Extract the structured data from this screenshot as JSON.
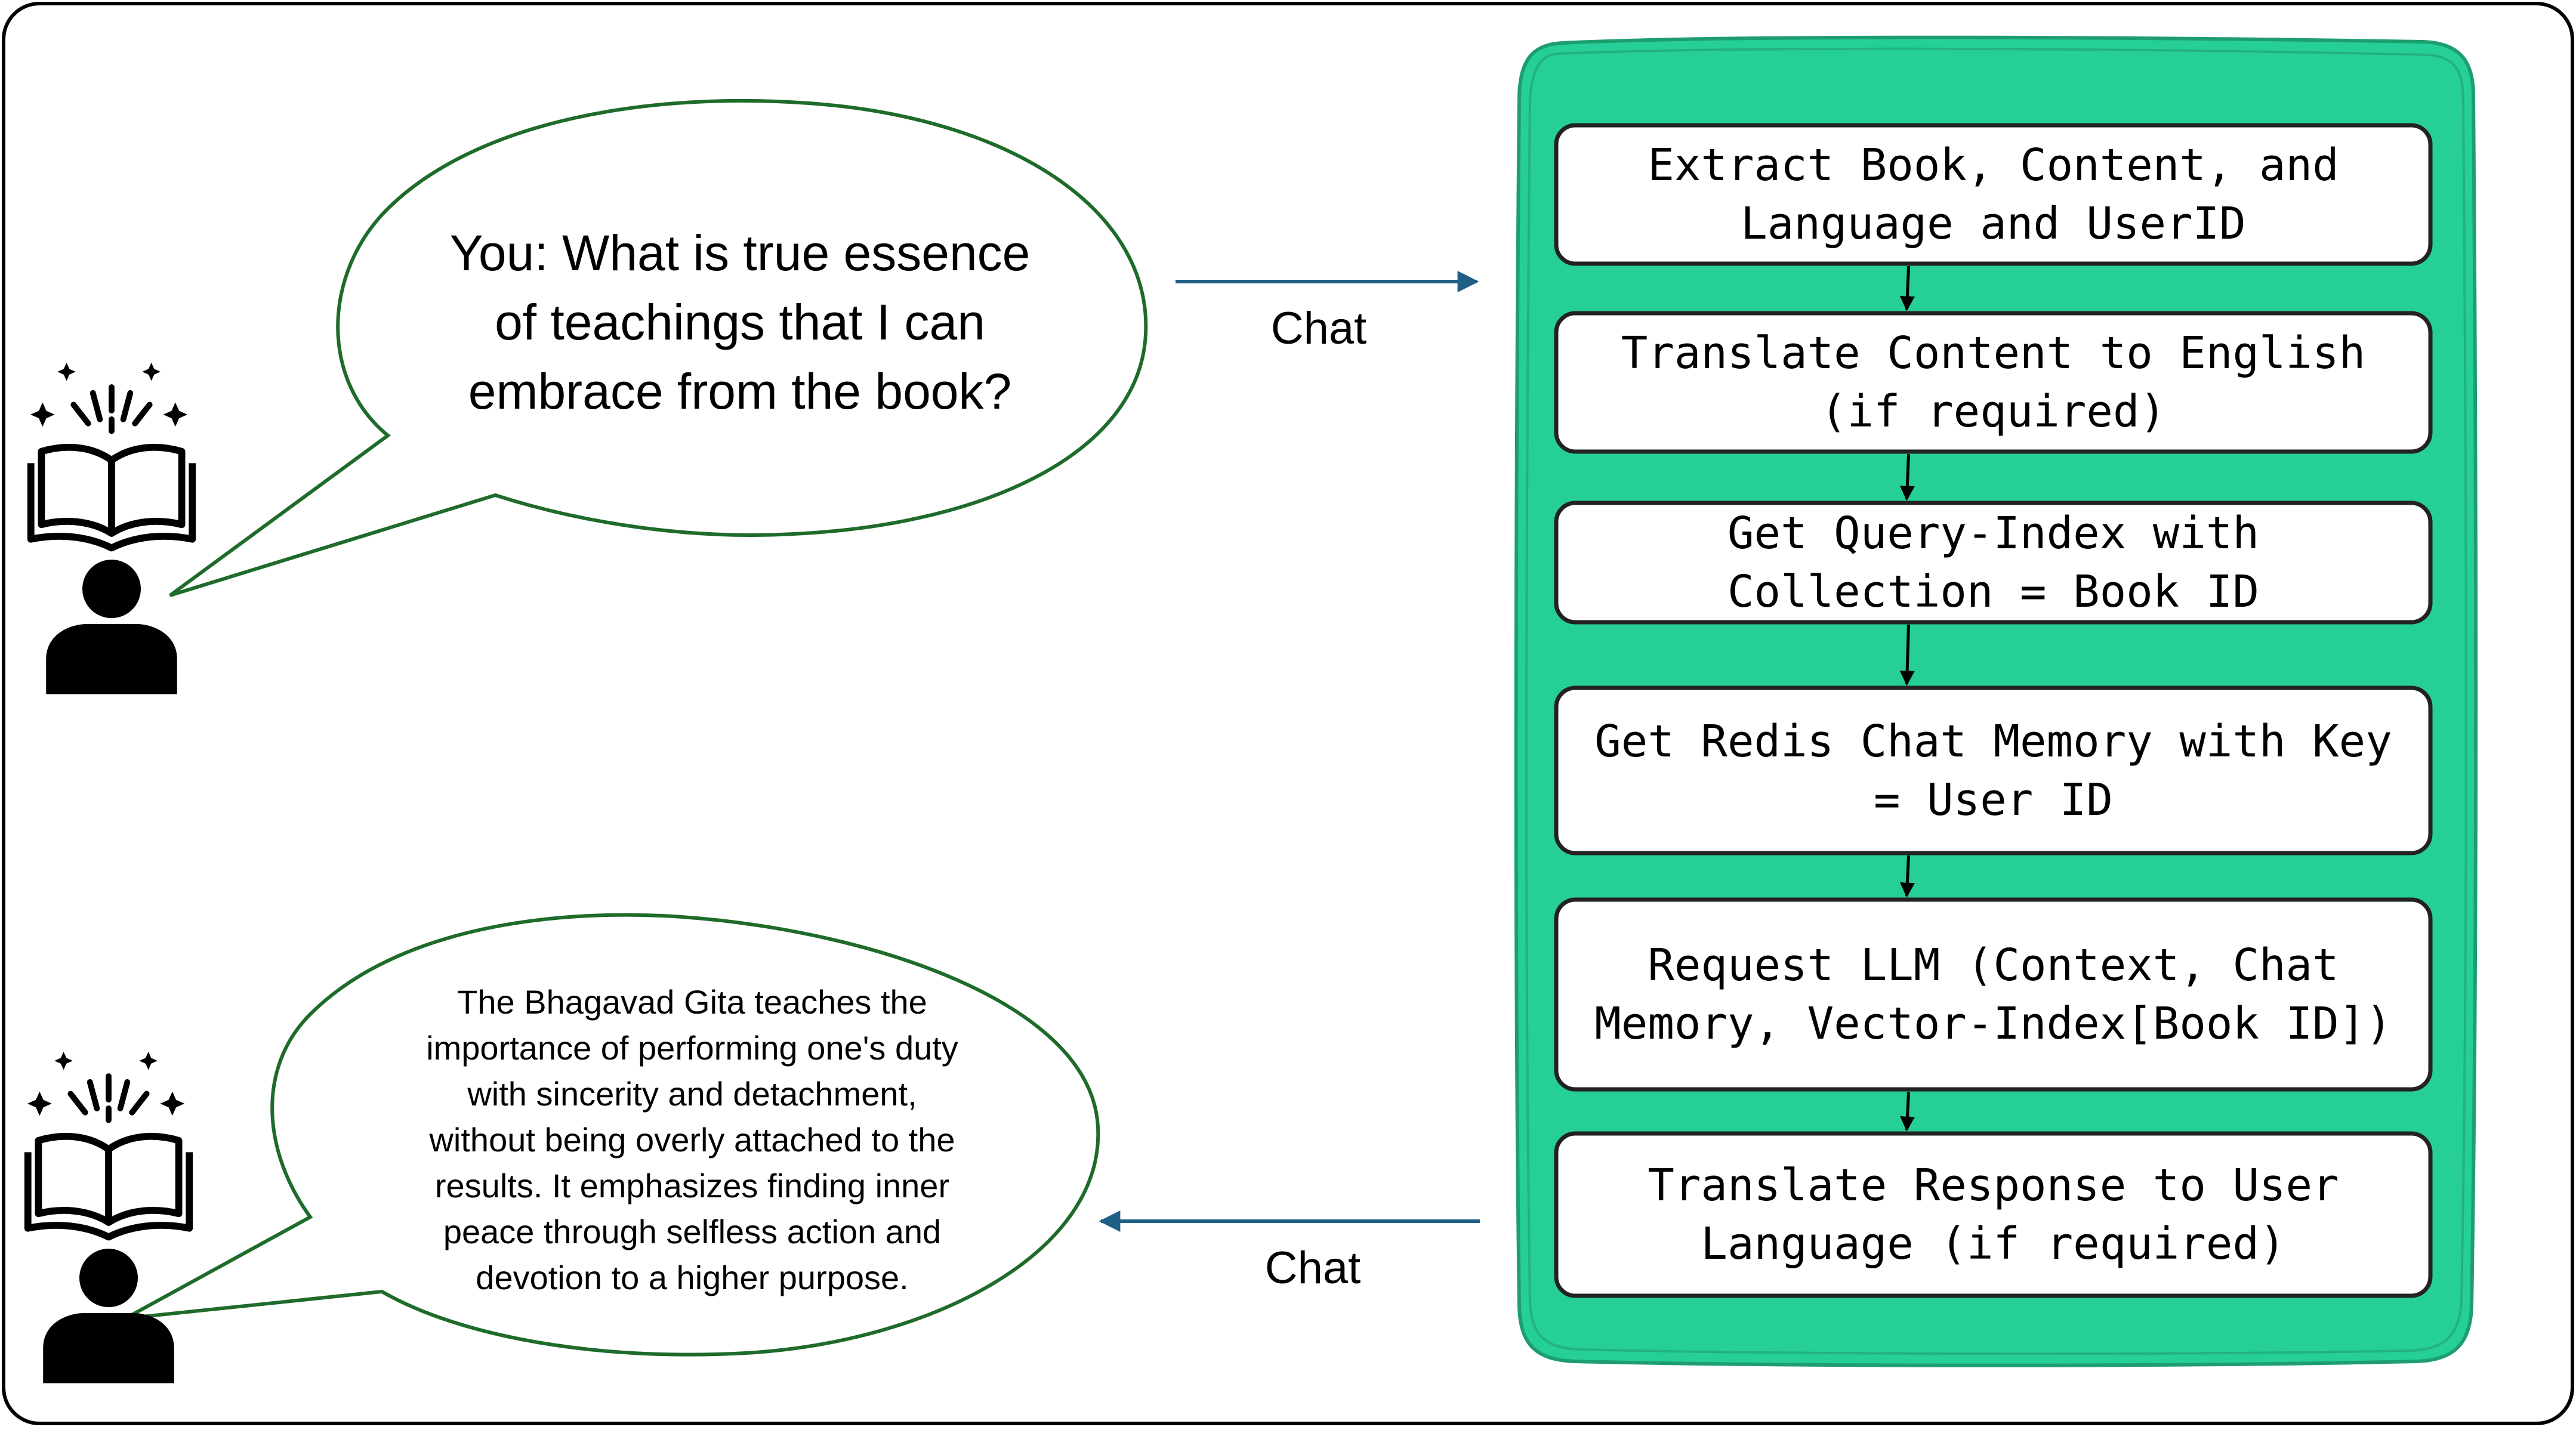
{
  "user_question": "You: What is true essence of teachings that I can embrace from the book?",
  "bot_answer": "The Bhagavad Gita teaches the importance of performing one's duty with sincerity and detachment, without being overly attached to the results. It emphasizes finding inner peace through selfless action and devotion to a higher purpose.",
  "chat_request_label": "Chat",
  "chat_response_label": "Chat",
  "steps": [
    {
      "label": "Extract Book, Content, and\nLanguage and UserID"
    },
    {
      "label": "Translate Content to English\n(if required)"
    },
    {
      "label": "Get Query-Index with\nCollection = Book ID"
    },
    {
      "label": "Get Redis Chat Memory with Key\n= User ID"
    },
    {
      "label": "Request LLM (Context, Chat\nMemory, Vector-Index[Book ID])"
    },
    {
      "label": "Translate Response to User\nLanguage (if required)"
    }
  ],
  "colors": {
    "pipeline_fill": "#26cf97",
    "bubble_stroke": "#1e6b2a",
    "arrow": "#1f5f86",
    "icon": "#000000"
  },
  "icons": [
    "user-reading-book-icon"
  ]
}
